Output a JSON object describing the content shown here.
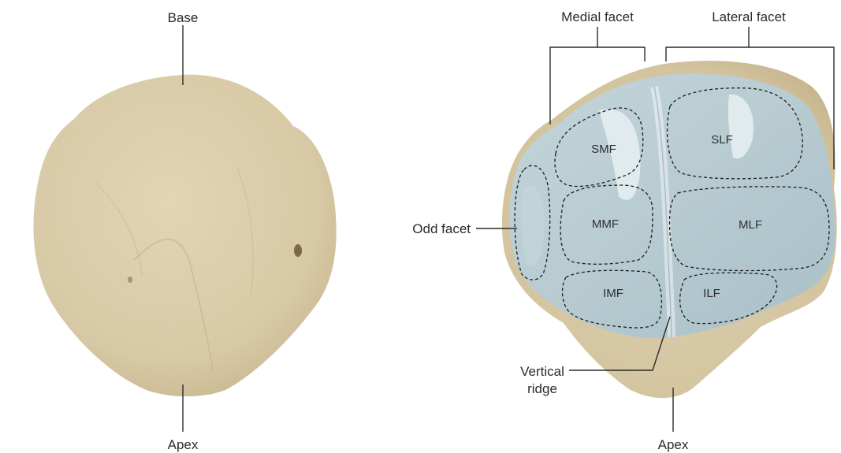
{
  "colors": {
    "bone": "#d8c9a6",
    "bone_shadow": "#c4b38c",
    "cartilage": "#b9cdd3",
    "cartilage_highlight": "#e8f0f2",
    "line": "#2a2a2a"
  },
  "left_view": {
    "top_label": "Base",
    "bottom_label": "Apex"
  },
  "right_view": {
    "group_labels": {
      "medial": "Medial facet",
      "lateral": "Lateral facet"
    },
    "side_labels": {
      "odd": "Odd facet",
      "ridge_line1": "Vertical",
      "ridge_line2": "ridge"
    },
    "bottom_label": "Apex",
    "facets": {
      "smf": "SMF",
      "mmf": "MMF",
      "imf": "IMF",
      "slf": "SLF",
      "mlf": "MLF",
      "ilf": "ILF"
    }
  }
}
